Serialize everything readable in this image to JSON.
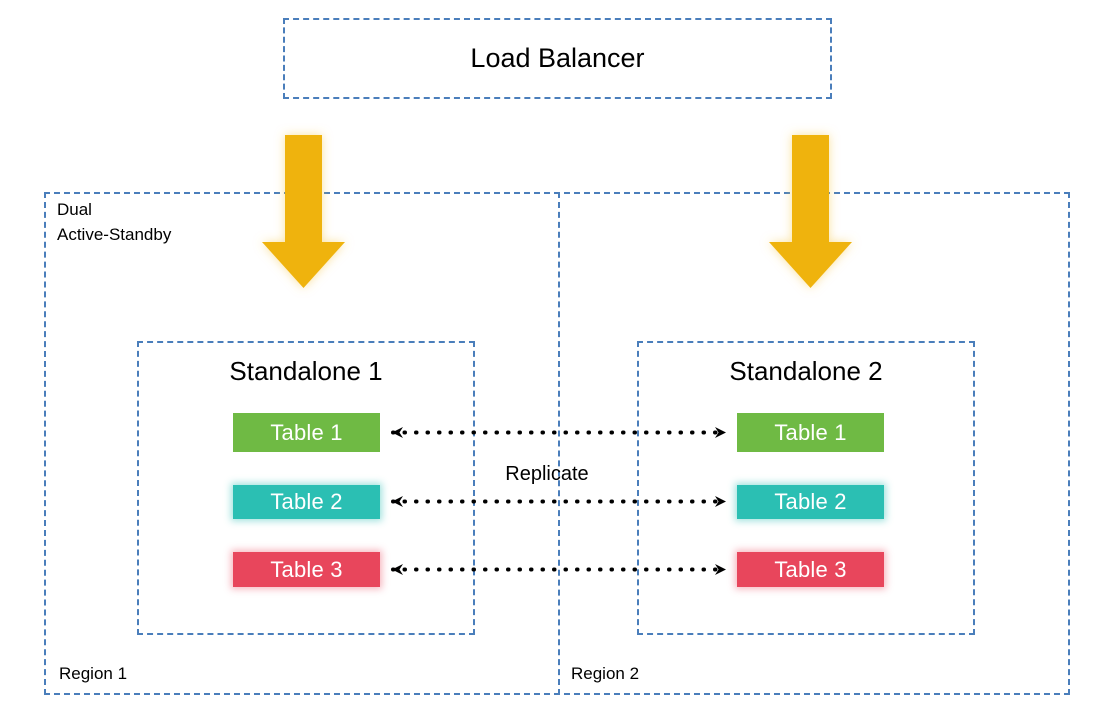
{
  "diagram": {
    "title_box": {
      "label": "Load Balancer"
    },
    "outer_container": {
      "mode_label": "Dual\nActive-Standby"
    },
    "regions": [
      {
        "id": "region-1",
        "label": "Region 1"
      },
      {
        "id": "region-2",
        "label": "Region 2"
      }
    ],
    "standalones": [
      {
        "id": "standalone-1",
        "title": "Standalone 1",
        "tables": [
          {
            "label": "Table 1",
            "color": "#6fba44"
          },
          {
            "label": "Table 2",
            "color": "#2bbfb3"
          },
          {
            "label": "Table 3",
            "color": "#e8465c"
          }
        ]
      },
      {
        "id": "standalone-2",
        "title": "Standalone 2",
        "tables": [
          {
            "label": "Table 1",
            "color": "#6fba44"
          },
          {
            "label": "Table 2",
            "color": "#2bbfb3"
          },
          {
            "label": "Table 3",
            "color": "#e8465c"
          }
        ]
      }
    ],
    "connectors": {
      "replicate_label": "Replicate",
      "style": "bidirectional-dotted",
      "count": 3
    },
    "traffic_arrows": {
      "count": 2,
      "color": "#efb30f",
      "direction": "down"
    },
    "colors": {
      "dashed_border": "#4a7ebb",
      "arrow_gold": "#efb30f",
      "table_green": "#6fba44",
      "table_teal": "#2bbfb3",
      "table_red": "#e8465c",
      "connector_black": "#000000",
      "background": "#ffffff"
    }
  }
}
